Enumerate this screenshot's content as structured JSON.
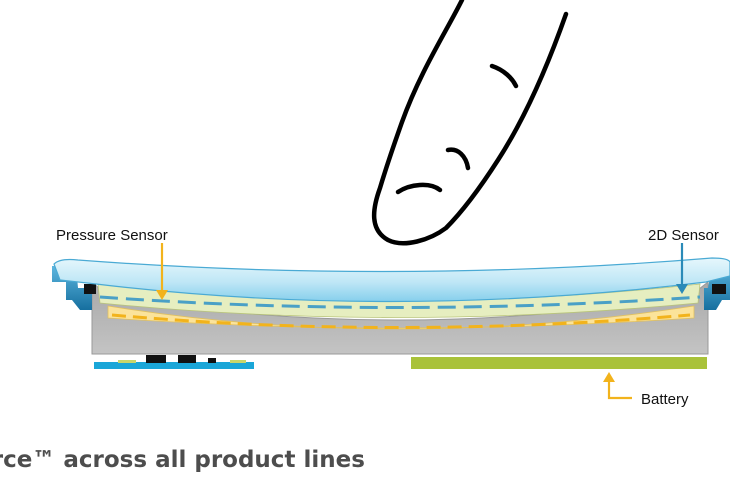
{
  "labels": {
    "pressure_sensor": "Pressure Sensor",
    "sensor_2d": "2D Sensor",
    "battery": "Battery"
  },
  "caption": "orce™ across all product lines",
  "colors": {
    "arrow": "#f2b31c",
    "sensor_2d_arrow": "#2a8ab8",
    "glass_top": "#dff4fb",
    "glass_bottom": "#8fd4ee",
    "sensor_layer": "#e8eec0",
    "pressure_layer": "#fbe7a0",
    "chassis": "#b5b5b5",
    "pcb": "#1aa6d8",
    "battery": "#a9c23a",
    "bezel": "#1f7fb2"
  },
  "icons": [
    "finger-icon",
    "arrow-down-icon",
    "arrow-up-icon"
  ]
}
